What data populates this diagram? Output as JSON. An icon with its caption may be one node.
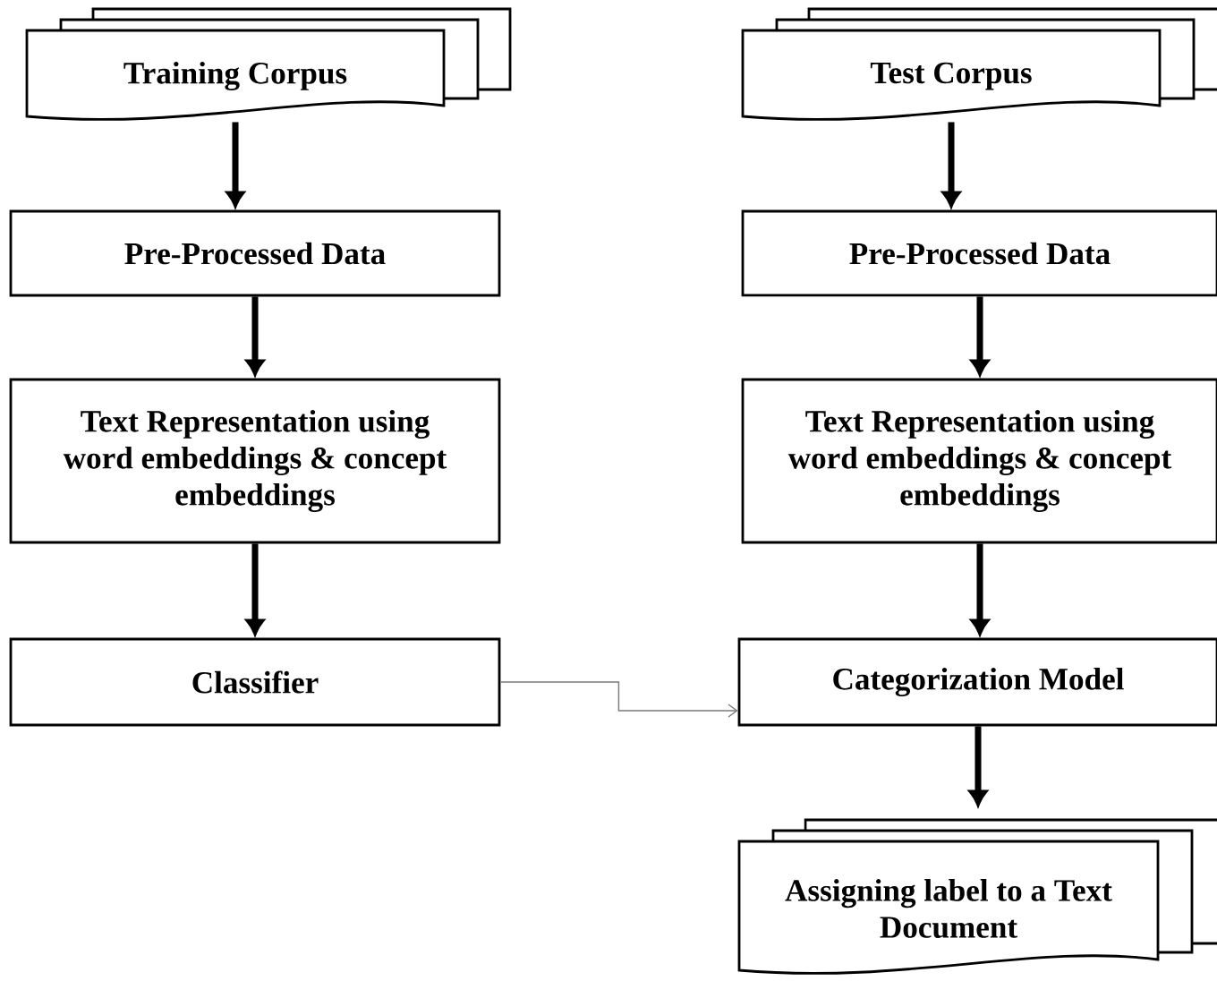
{
  "diagram": {
    "nodes": [
      {
        "text": [
          "Training Corpus"
        ]
      },
      {
        "text": [
          "Pre-Processed Data"
        ]
      },
      {
        "text": [
          "Text Representation using word embeddings & concept embeddings"
        ]
      },
      {
        "text": [
          "Classifier"
        ]
      },
      {
        "text": [
          "Test Corpus"
        ]
      },
      {
        "text": [
          "Pre-Processed Data"
        ]
      },
      {
        "text": [
          "Text Representation using word embeddings & concept embeddings"
        ]
      },
      {
        "text": [
          "Categorization Model"
        ]
      },
      {
        "text": [
          "Assigning label to a Text Document"
        ]
      }
    ],
    "edges": [
      {
        "from": 0,
        "to": 1,
        "arrow": "to"
      },
      {
        "from": 1,
        "to": 2,
        "arrow": "to"
      },
      {
        "from": 2,
        "to": 3,
        "arrow": "to"
      },
      {
        "from": 4,
        "to": 5,
        "arrow": "to"
      },
      {
        "from": 5,
        "to": 6,
        "arrow": "to"
      },
      {
        "from": 6,
        "to": 7,
        "arrow": "to"
      },
      {
        "from": 7,
        "to": 8,
        "arrow": "to"
      },
      {
        "from": 3,
        "to": 7,
        "arrow": "to",
        "color": "#7a7a7a"
      }
    ]
  }
}
